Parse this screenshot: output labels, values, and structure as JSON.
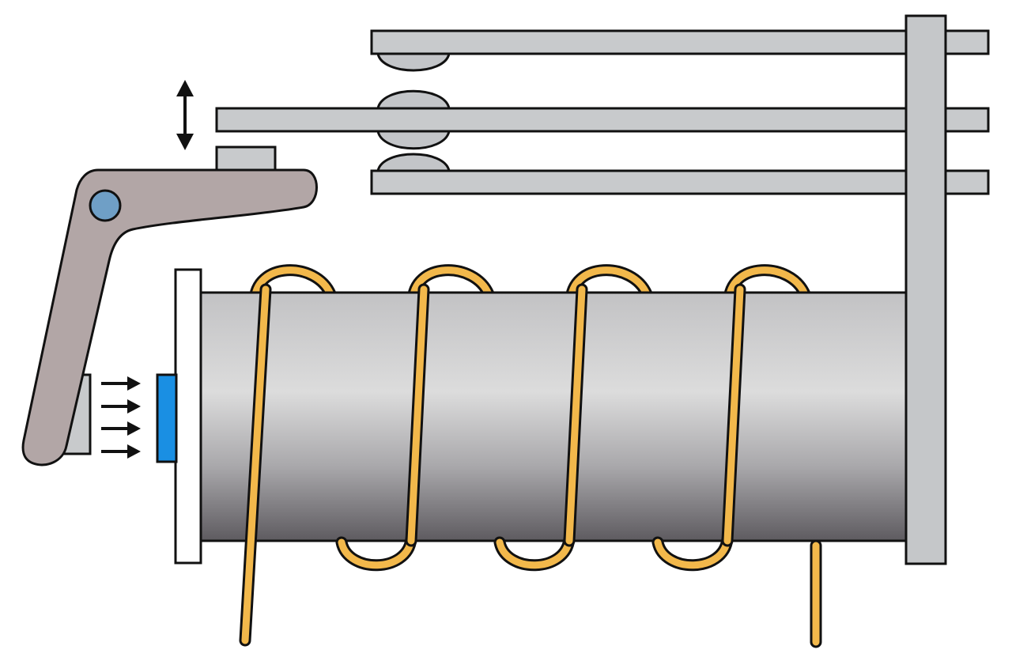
{
  "diagram": {
    "components": [
      "contact-springs",
      "contact-points",
      "armature-lever",
      "pivot-pin",
      "coil-core",
      "coil-winding",
      "yoke-frame",
      "end-plate",
      "pole-face",
      "movement-arrow",
      "magnetic-force-arrows"
    ],
    "colors": {
      "background": "#ffffff",
      "outline": "#111111",
      "contact_spring": "#c8cacc",
      "contact_point": "#c3c5c8",
      "armature": "#b2a6a6",
      "pivot": "#6f9fc6",
      "core_light": "#d9d9d9",
      "core_dark": "#5e5b60",
      "coil_wire": "#f2b84b",
      "yoke": "#c5c7c9",
      "end_plate": "#ffffff",
      "pole_face": "#1a8fe3",
      "arrow": "#111111"
    },
    "icons": {
      "movement_arrow": "double-headed-vertical-arrow-icon",
      "force_arrows": "right-arrow-icon"
    }
  }
}
